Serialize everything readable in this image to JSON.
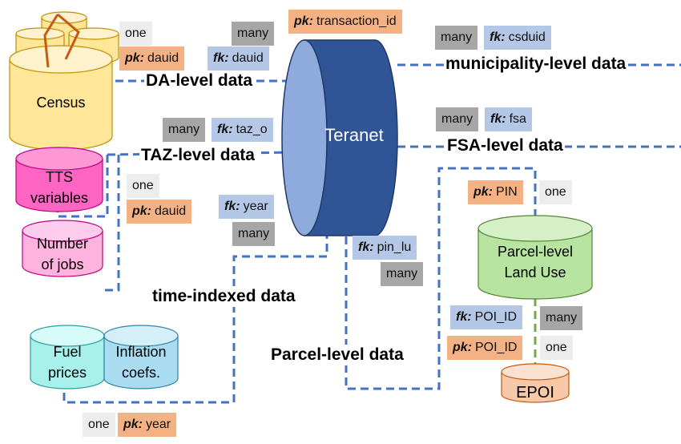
{
  "teranet": {
    "label": "Teranet",
    "pk_tag": {
      "key": "pk:",
      "field": "transaction_id"
    }
  },
  "databases": {
    "census": "Census",
    "tts": [
      "TTS",
      "variables"
    ],
    "jobs": [
      "Number",
      "of jobs"
    ],
    "fuel": [
      "Fuel",
      "prices"
    ],
    "inflation": [
      "Inflation",
      "coefs."
    ],
    "parcel": [
      "Parcel-level",
      "Land Use"
    ],
    "epoi": "EPOI"
  },
  "sections": {
    "da": "DA-level data",
    "taz": "TAZ-level data",
    "municipality": "municipality-level data",
    "fsa": "FSA-level data",
    "time": "time-indexed data",
    "parcel": "Parcel-level data"
  },
  "keys": {
    "fk": "fk:",
    "pk": "pk:",
    "one": "one",
    "many": "many",
    "dauid": "dauid",
    "taz_o": "taz_o",
    "csduid": "csduid",
    "fsa": "fsa",
    "year": "year",
    "pin_lu": "pin_lu",
    "pin": "PIN",
    "poi_id": "POI_ID"
  },
  "colors": {
    "teranet_fill": "#2f5597",
    "connector": "#4472c4",
    "census_fill": "#ffe699",
    "tts_fill": "#ff66c4",
    "jobs_fill": "#ffb3de",
    "fuel_fill": "#a8f0ec",
    "inflation_fill": "#a9dcf0",
    "parcel_fill": "#b7e4a0",
    "epoi_fill": "#f8c9a8",
    "fk_tag": "#b4c7e7",
    "pk_tag": "#f4b183",
    "many_tag": "#a6a6a6",
    "one_tag": "#ededed",
    "green_link": "#70ad47"
  }
}
